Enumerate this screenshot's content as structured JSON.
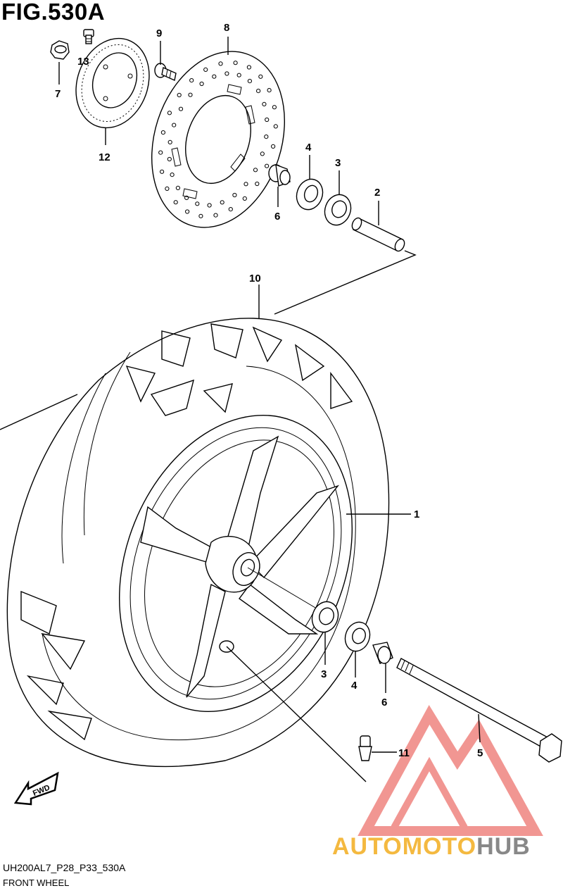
{
  "title": "FIG.530A",
  "footer": {
    "code": "UH200AL7_P28_P33_530A",
    "name": "FRONT WHEEL"
  },
  "watermark": {
    "part1": "AUTOMOTO",
    "part2": "HUB",
    "color_accent": "#f4b940",
    "color_gray": "#888888",
    "logo_color": "#e8524a"
  },
  "fwd_label": "FWD",
  "callouts": [
    "8",
    "9",
    "13",
    "7",
    "12",
    "4",
    "3",
    "2",
    "6",
    "10",
    "1",
    "3",
    "4",
    "6",
    "5",
    "11"
  ]
}
